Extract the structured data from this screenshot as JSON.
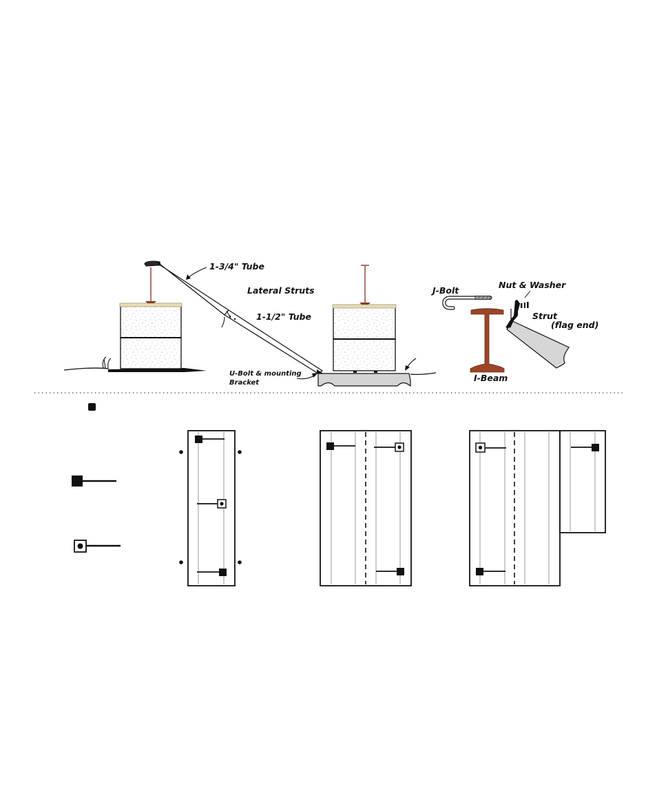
{
  "labels": {
    "tube_large": "1-3/4\" Tube",
    "lateral_struts": "Lateral Struts",
    "tube_small": "1-1/2\" Tube",
    "ubolt_line1": "U-Bolt & mounting",
    "ubolt_line2": "Bracket",
    "jbolt": "J-Bolt",
    "nut_washer": "Nut & Washer",
    "strut": "Strut",
    "flag_end": "(flag end)",
    "ibeam": "I-Beam"
  },
  "colors": {
    "ink": "#111111",
    "rod": "#8a3b2a",
    "ibeam": "#9c4527",
    "lid": "#e9dcb4",
    "bracket": "#d4d4d4",
    "bolt_thread": "#9a9a9a"
  }
}
